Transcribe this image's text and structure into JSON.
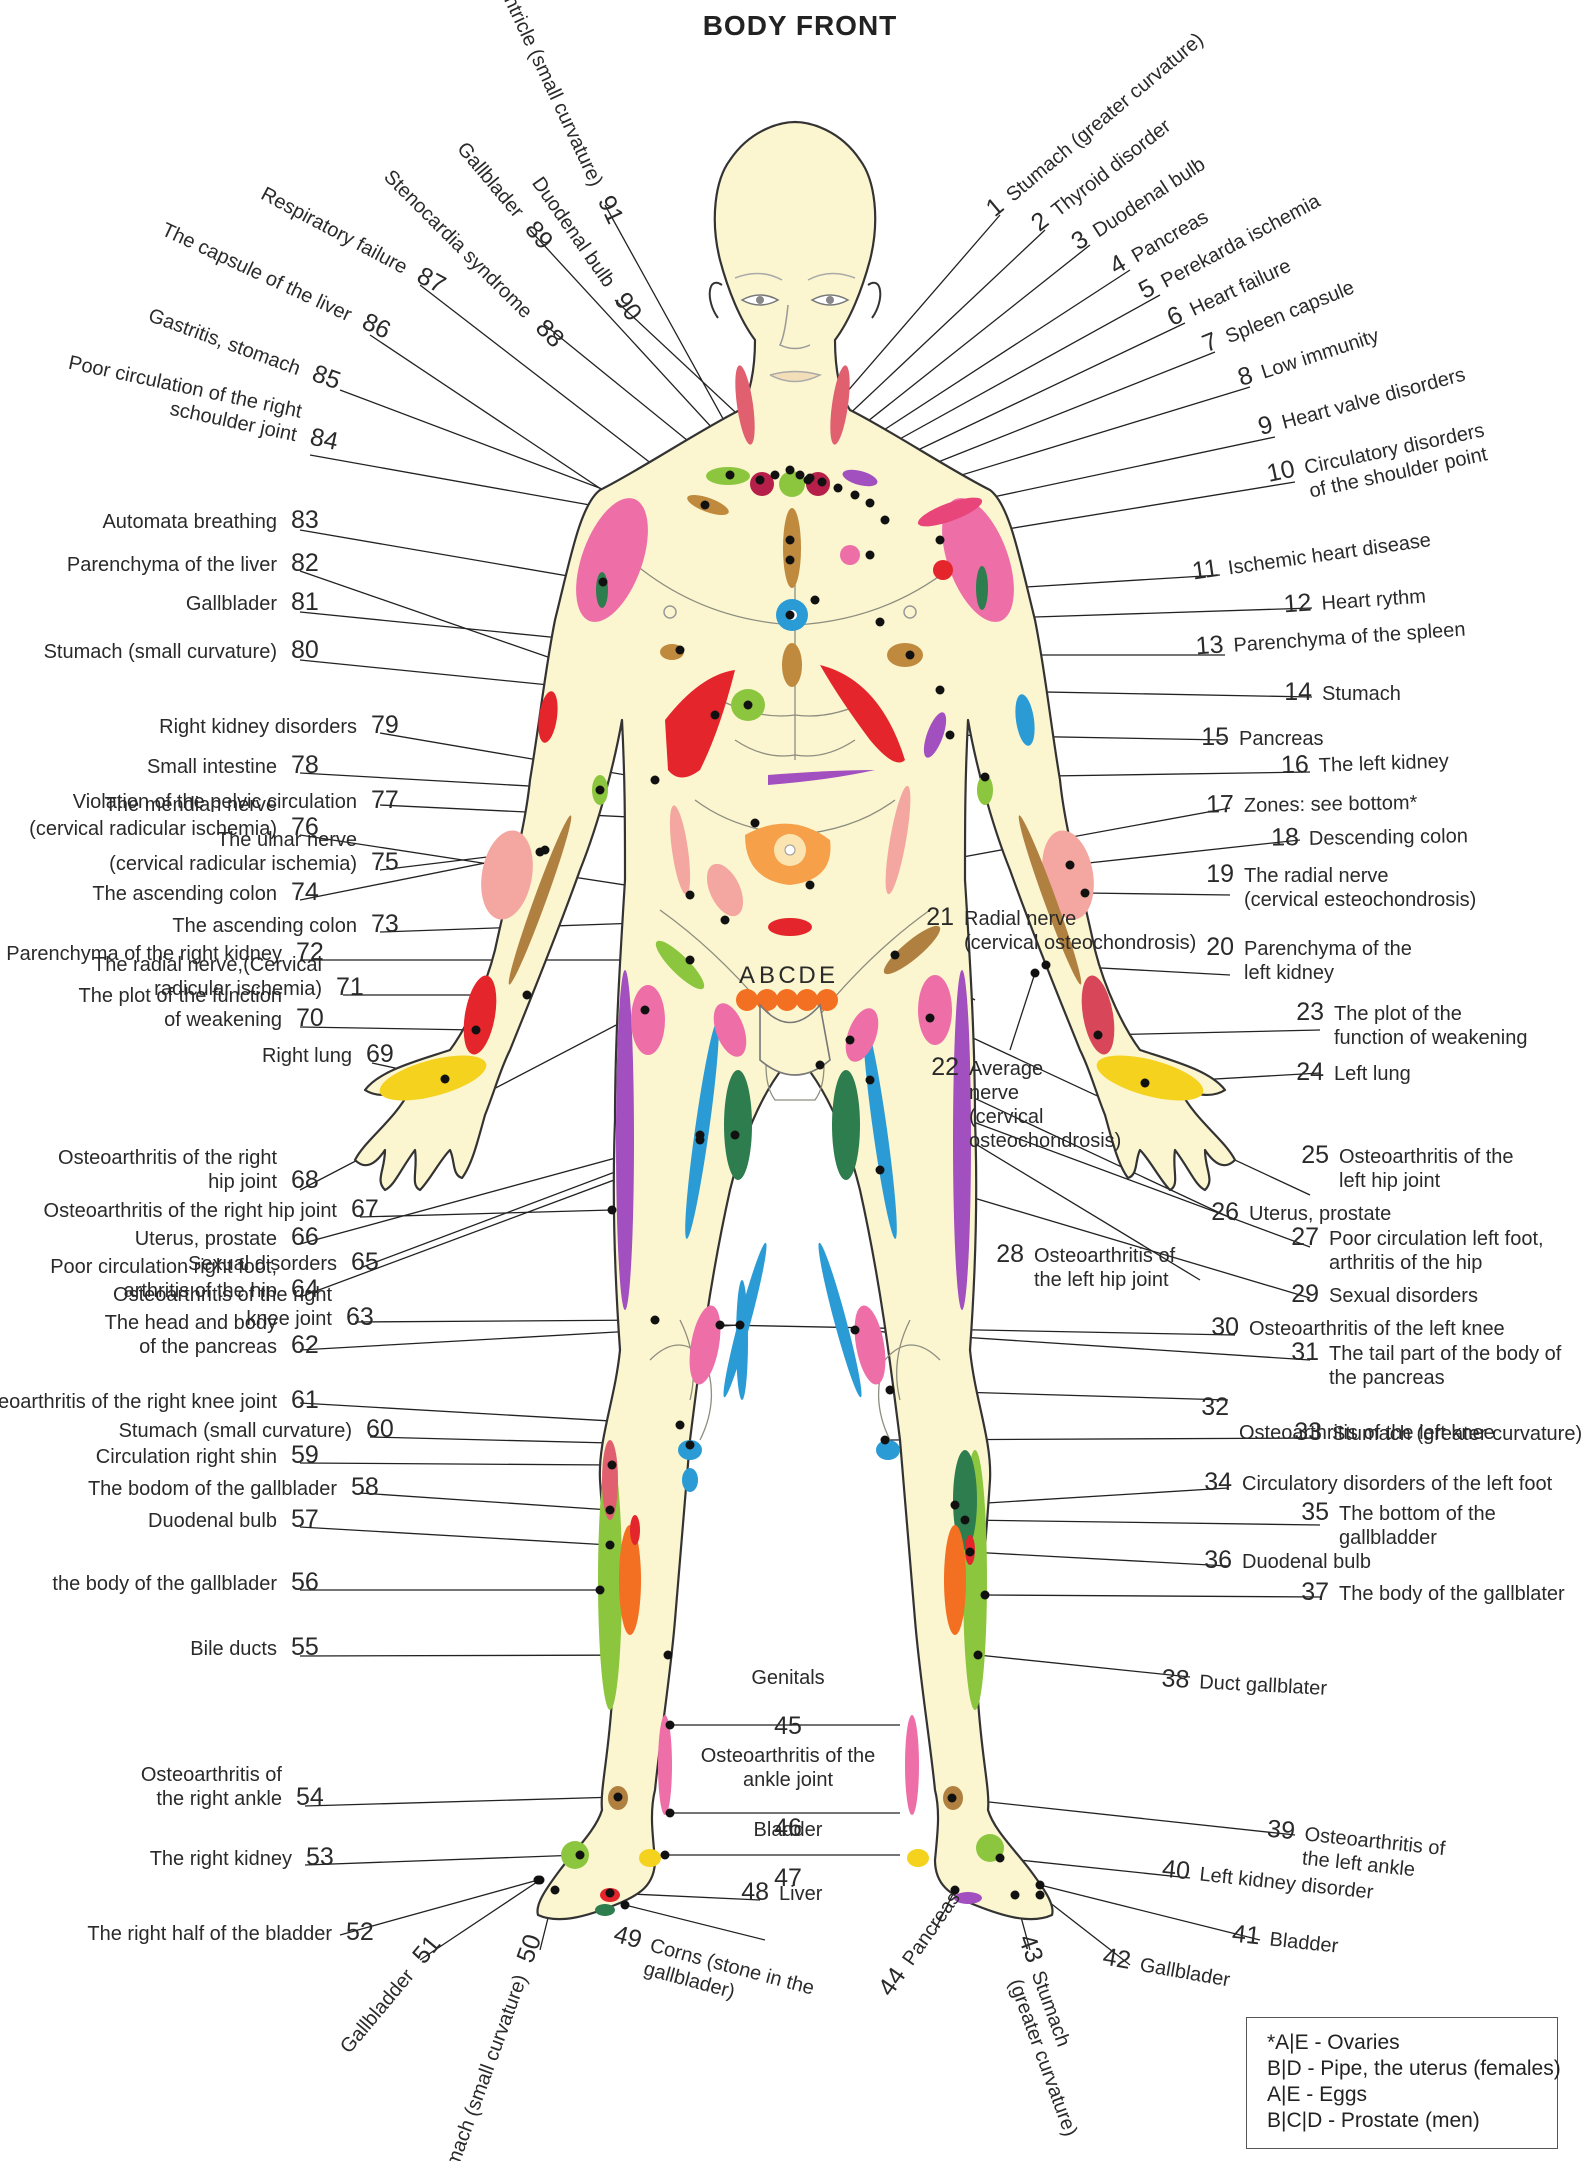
{
  "title": "BODY FRONT",
  "colors": {
    "skin": "#fbf6cf",
    "outline": "#333333",
    "leader": "#222222",
    "pink": "#ee6fa8",
    "red": "#e4252b",
    "green": "#8cc63f",
    "darkgreen": "#2e7d4f",
    "blue": "#2b9bd6",
    "purple": "#a24fc0",
    "brown": "#b08040",
    "orange": "#f36f21",
    "yellow": "#f4d21e",
    "salmon": "#f4a7a0"
  },
  "labels": [
    {
      "id": "l1",
      "num": "1",
      "text": "Stumach (greater curvature)"
    },
    {
      "id": "l2",
      "num": "2",
      "text": "Thyroid disorder"
    },
    {
      "id": "l3",
      "num": "3",
      "text": "Duodenal bulb"
    },
    {
      "id": "l4",
      "num": "4",
      "text": "Pancreas"
    },
    {
      "id": "l5",
      "num": "5",
      "text": "Perekarda ischemia"
    },
    {
      "id": "l6",
      "num": "6",
      "text": "Heart failure"
    },
    {
      "id": "l7",
      "num": "7",
      "text": "Spleen capsule"
    },
    {
      "id": "l8",
      "num": "8",
      "text": "Low immunity"
    },
    {
      "id": "l9",
      "num": "9",
      "text": "Heart valve disorders"
    },
    {
      "id": "l10",
      "num": "10",
      "text": "Circulatory disorders of the shoulder point"
    },
    {
      "id": "l11",
      "num": "11",
      "text": "Ischemic heart disease"
    },
    {
      "id": "l12",
      "num": "12",
      "text": "Heart rythm"
    },
    {
      "id": "l13",
      "num": "13",
      "text": "Parenchyma of the spleen"
    },
    {
      "id": "l14",
      "num": "14",
      "text": "Stumach"
    },
    {
      "id": "l15",
      "num": "15",
      "text": "Pancreas"
    },
    {
      "id": "l16",
      "num": "16",
      "text": "The left kidney"
    },
    {
      "id": "l17",
      "num": "17",
      "text": "Zones: see bottom*"
    },
    {
      "id": "l18",
      "num": "18",
      "text": "Descending colon"
    },
    {
      "id": "l19",
      "num": "19",
      "text": "The radial nerve (cervical esteochondrosis)"
    },
    {
      "id": "l20",
      "num": "20",
      "text": "Parenchyma of the left kidney"
    },
    {
      "id": "l21",
      "num": "21",
      "text": "Radial nerve (cervical osteochondrosis)"
    },
    {
      "id": "l22",
      "num": "22",
      "text": "Average nerve (cervical osteochondrosis)"
    },
    {
      "id": "l23",
      "num": "23",
      "text": "The plot of the function of weakening"
    },
    {
      "id": "l24",
      "num": "24",
      "text": "Left lung"
    },
    {
      "id": "l25",
      "num": "25",
      "text": "Osteoarthritis of the left hip joint"
    },
    {
      "id": "l26",
      "num": "26",
      "text": "Uterus, prostate"
    },
    {
      "id": "l27",
      "num": "27",
      "text": "Poor circulation left foot, arthritis of the hip"
    },
    {
      "id": "l28",
      "num": "28",
      "text": "Osteoarthritis of the left hip joint"
    },
    {
      "id": "l29",
      "num": "29",
      "text": "Sexual disorders"
    },
    {
      "id": "l30",
      "num": "30",
      "text": "Osteoarthritis of the left knee"
    },
    {
      "id": "l31",
      "num": "31",
      "text": "The tail part of the body of the pancreas"
    },
    {
      "id": "l32",
      "num": "32",
      "text": "Osteoarthritis of the left knee"
    },
    {
      "id": "l33",
      "num": "33",
      "text": "Stumach (greater curvature)"
    },
    {
      "id": "l34",
      "num": "34",
      "text": "Circulatory disorders of the left foot"
    },
    {
      "id": "l35",
      "num": "35",
      "text": "The bottom of the gallbladder"
    },
    {
      "id": "l36",
      "num": "36",
      "text": "Duodenal bulb"
    },
    {
      "id": "l37",
      "num": "37",
      "text": "The body of the gallblater"
    },
    {
      "id": "l38",
      "num": "38",
      "text": "Duct gallblater"
    },
    {
      "id": "l39",
      "num": "39",
      "text": "Osteoarthritis of the left ankle"
    },
    {
      "id": "l40",
      "num": "40",
      "text": "Left kidney disorder"
    },
    {
      "id": "l41",
      "num": "41",
      "text": "Bladder"
    },
    {
      "id": "l42",
      "num": "42",
      "text": "Gallblader"
    },
    {
      "id": "l43",
      "num": "43",
      "text": "Stumach (greater curvature)"
    },
    {
      "id": "l44",
      "num": "44",
      "text": "Pancreas"
    },
    {
      "id": "l45",
      "num": "45",
      "text": "Genitals"
    },
    {
      "id": "l46",
      "num": "46",
      "text": "Osteoarthritis of the ankle joint"
    },
    {
      "id": "l47",
      "num": "47",
      "text": "Bladder"
    },
    {
      "id": "l48",
      "num": "48",
      "text": "Liver"
    },
    {
      "id": "l49",
      "num": "49",
      "text": "Corns (stone in the gallblader)"
    },
    {
      "id": "l50",
      "num": "50",
      "text": "Stumach (small curvature)"
    },
    {
      "id": "l51",
      "num": "51",
      "text": "Gallbladder"
    },
    {
      "id": "l52",
      "num": "52",
      "text": "The right half of the bladder"
    },
    {
      "id": "l53",
      "num": "53",
      "text": "The right kidney"
    },
    {
      "id": "l54",
      "num": "54",
      "text": "Osteoarthritis of the right ankle"
    },
    {
      "id": "l55",
      "num": "55",
      "text": "Bile ducts"
    },
    {
      "id": "l56",
      "num": "56",
      "text": "the body of the gallblader"
    },
    {
      "id": "l57",
      "num": "57",
      "text": "Duodenal bulb"
    },
    {
      "id": "l58",
      "num": "58",
      "text": "The bodom of the gallblader"
    },
    {
      "id": "l59",
      "num": "59",
      "text": "Circulation right shin"
    },
    {
      "id": "l60",
      "num": "60",
      "text": "Stumach (small curvature)"
    },
    {
      "id": "l61",
      "num": "61",
      "text": "Osteoarthritis of the right knee joint"
    },
    {
      "id": "l62",
      "num": "62",
      "text": "The head and body of the pancreas"
    },
    {
      "id": "l63",
      "num": "63",
      "text": "Osteoarthritis of the right knee joint"
    },
    {
      "id": "l64",
      "num": "64",
      "text": "Poor circulation right foot, arthritis of the hip"
    },
    {
      "id": "l65",
      "num": "65",
      "text": "Sexual disorders"
    },
    {
      "id": "l66",
      "num": "66",
      "text": "Uterus, prostate"
    },
    {
      "id": "l67",
      "num": "67",
      "text": "Osteoarthritis of the right hip joint"
    },
    {
      "id": "l68",
      "num": "68",
      "text": "Osteoarthritis of the right hip joint"
    },
    {
      "id": "l69",
      "num": "69",
      "text": "Right lung"
    },
    {
      "id": "l70",
      "num": "70",
      "text": "The plot of the function of weakening"
    },
    {
      "id": "l71",
      "num": "71",
      "text": "The radial nerve,(Cervical radicular ischemia)"
    },
    {
      "id": "l72",
      "num": "72",
      "text": "Parenchyma of the right kidney"
    },
    {
      "id": "l73",
      "num": "73",
      "text": "The ascending colon"
    },
    {
      "id": "l74",
      "num": "74",
      "text": "The ascending colon"
    },
    {
      "id": "l75",
      "num": "75",
      "text": "The ulnar nerve (cervical radicular ischemia)"
    },
    {
      "id": "l76",
      "num": "76",
      "text": "The mendian nerve (cervical radicular ischemia)"
    },
    {
      "id": "l77",
      "num": "77",
      "text": "Violation of the pelvic circulation"
    },
    {
      "id": "l78",
      "num": "78",
      "text": "Small intestine"
    },
    {
      "id": "l79",
      "num": "79",
      "text": "Right kidney disorders"
    },
    {
      "id": "l80",
      "num": "80",
      "text": "Stumach (small curvature)"
    },
    {
      "id": "l81",
      "num": "81",
      "text": "Gallblader"
    },
    {
      "id": "l82",
      "num": "82",
      "text": "Parenchyma of the liver"
    },
    {
      "id": "l83",
      "num": "83",
      "text": "Automata breathing"
    },
    {
      "id": "l84",
      "num": "84",
      "text": "Poor circulation of the right schoulder joint"
    },
    {
      "id": "l85",
      "num": "85",
      "text": "Gastritis, stomach"
    },
    {
      "id": "l86",
      "num": "86",
      "text": "The capsule of the liver"
    },
    {
      "id": "l87",
      "num": "87",
      "text": "Respiratory failure"
    },
    {
      "id": "l88",
      "num": "88",
      "text": "Stenocardia syndrome"
    },
    {
      "id": "l89",
      "num": "89",
      "text": "Gallblader"
    },
    {
      "id": "l90",
      "num": "90",
      "text": "Duodenal bulb"
    },
    {
      "id": "l91",
      "num": "91",
      "text": "Ventricle (small curvature)"
    }
  ],
  "zone_letters": [
    "A",
    "B",
    "C",
    "D",
    "E"
  ],
  "legend": {
    "line1": "*A|E - Ovaries",
    "line2": "B|D - Pipe, the uterus (females)",
    "line3": "A|E - Eggs",
    "line4": "B|C|D - Prostate (men)"
  }
}
